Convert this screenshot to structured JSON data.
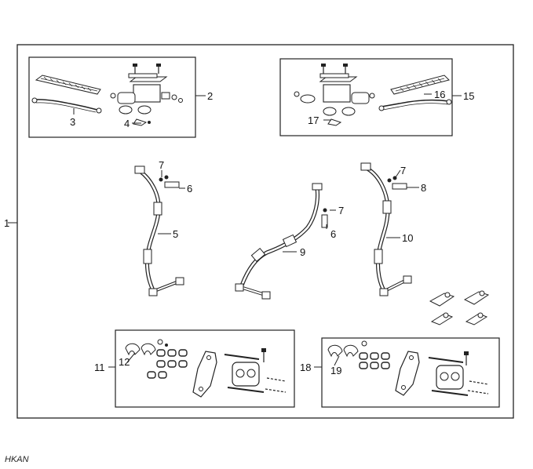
{
  "callouts": {
    "c1": "1",
    "c2": "2",
    "c3": "3",
    "c4": "4",
    "c5": "5",
    "c6a": "6",
    "c6b": "6",
    "c7a": "7",
    "c7b": "7",
    "c7c": "7",
    "c8": "8",
    "c9": "9",
    "c10": "10",
    "c11": "11",
    "c12": "12",
    "c15": "15",
    "c16": "16",
    "c17": "17",
    "c18": "18",
    "c19": "19"
  },
  "footer": {
    "text": "HKAN"
  }
}
